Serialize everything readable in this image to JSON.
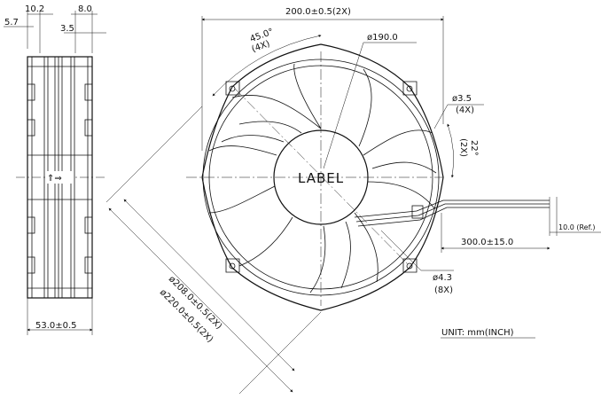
{
  "side_view": {
    "dim_top_left": "10.2",
    "dim_top_right": "8.0",
    "dim_side_left": "5.7",
    "dim_side_right": "3.5",
    "dim_bottom": "53.0±0.5",
    "arrow_symbol": "⇑⇒"
  },
  "front_view": {
    "width_dim": "200.0±0.5(2X)",
    "angle_dim": "45.0°",
    "angle_count": "(4X)",
    "inner_dia": "ø190.0",
    "hole_small": "ø3.5",
    "hole_small_count": "(4X)",
    "angle_22": "22°",
    "angle_22_count": "(2X)",
    "label": "LABEL",
    "hole_large": "ø4.3",
    "hole_large_count": "(8X)",
    "dia_208": "ø208.0±0.5(2X)",
    "dia_220": "ø220.0±0.5(2X)",
    "cable_length": "300.0±15.0",
    "cable_ref": "10.0 (Ref.)",
    "unit": "UNIT: mm(INCH)"
  }
}
